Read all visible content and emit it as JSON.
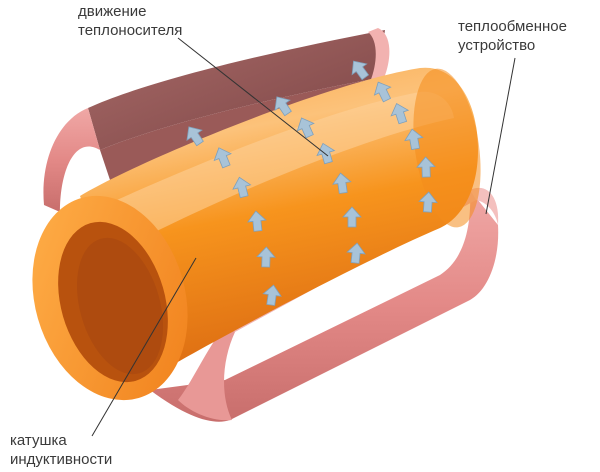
{
  "labels": {
    "coolant_flow": [
      "движение",
      "теплоносителя"
    ],
    "heat_exchanger": [
      "теплообменное",
      "устройство"
    ],
    "induction_coil": [
      "катушка",
      "индуктивности"
    ]
  },
  "colors": {
    "coil_orange": "#f7941d",
    "coil_highlight": "#fcc27a",
    "coil_dark": "#d9660f",
    "coil_inner": "#b5500c",
    "shell_pink": "#e58c8c",
    "shell_inner": "#8e4f4f",
    "arrow_blue": "#9cbad1",
    "leader": "#333333"
  },
  "icons": [
    "up-arrow-icon"
  ]
}
